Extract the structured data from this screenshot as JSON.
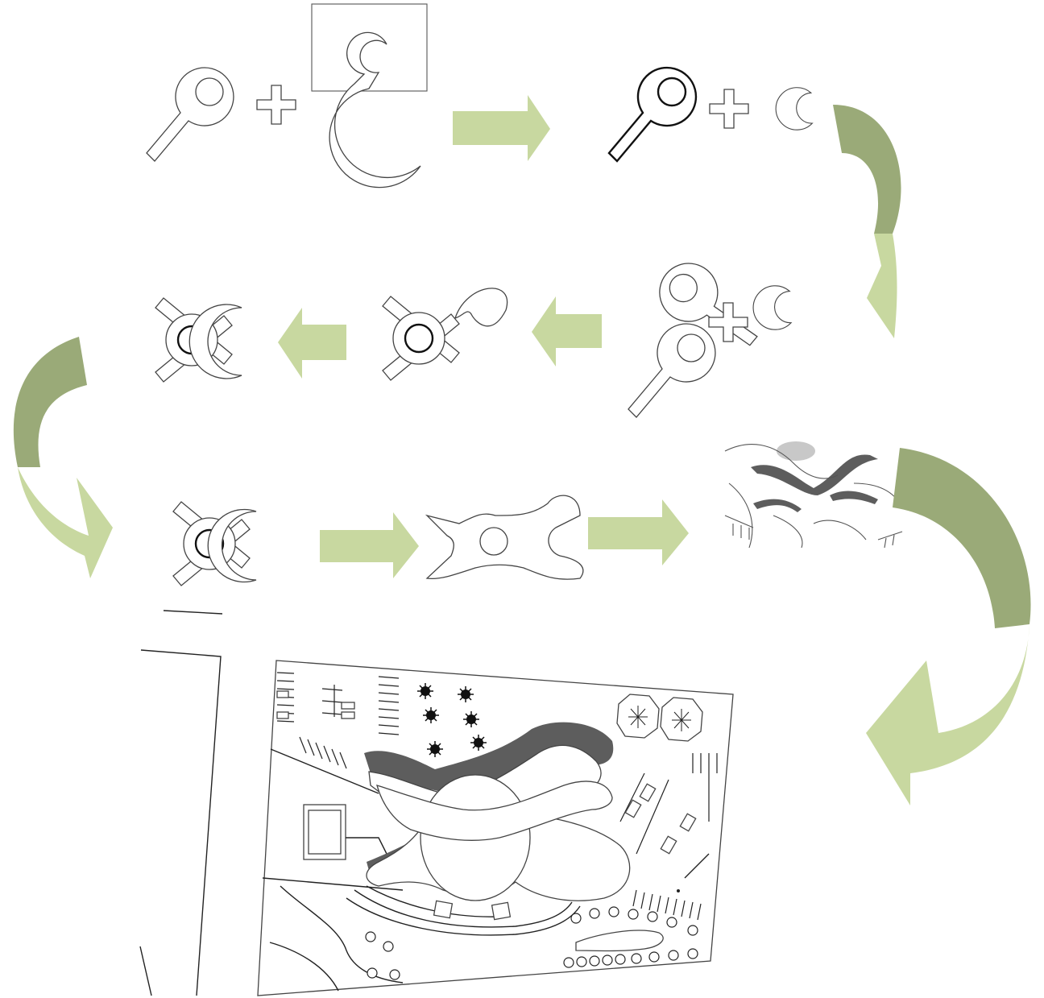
{
  "colors": {
    "arrow_light": "#c8d8a0",
    "arrow_dark": "#9aaa78",
    "outline": "#444444",
    "band": "#5d5d5d"
  },
  "steps": [
    {
      "id": "step-1",
      "icon": "keyhole-plus-crescent-shape"
    },
    {
      "id": "step-2",
      "icon": "keyhole-plus-small-crescent-shape"
    },
    {
      "id": "step-3",
      "icon": "two-keyholes-plus-crescent-shape"
    },
    {
      "id": "step-4",
      "icon": "crossed-keyhole-with-crescent-shape"
    },
    {
      "id": "step-5",
      "icon": "crossed-keyhole-with-double-crescent-shape"
    },
    {
      "id": "step-6",
      "icon": "crossed-keyhole-with-double-crescent-shape"
    },
    {
      "id": "step-7",
      "icon": "merged-organic-outline-shape"
    },
    {
      "id": "step-8",
      "icon": "perspective-massing-sketch"
    },
    {
      "id": "step-9",
      "icon": "site-plan-drawing"
    }
  ],
  "arrows": [
    {
      "id": "arrow-1",
      "icon": "right-arrow-icon"
    },
    {
      "id": "arrow-2",
      "icon": "curved-down-arrow-icon"
    },
    {
      "id": "arrow-3",
      "icon": "left-arrow-icon"
    },
    {
      "id": "arrow-4",
      "icon": "left-arrow-icon"
    },
    {
      "id": "arrow-5",
      "icon": "curved-down-arrow-icon"
    },
    {
      "id": "arrow-6",
      "icon": "right-arrow-icon"
    },
    {
      "id": "arrow-7",
      "icon": "right-arrow-icon"
    },
    {
      "id": "arrow-8",
      "icon": "curved-down-arrow-icon"
    }
  ]
}
